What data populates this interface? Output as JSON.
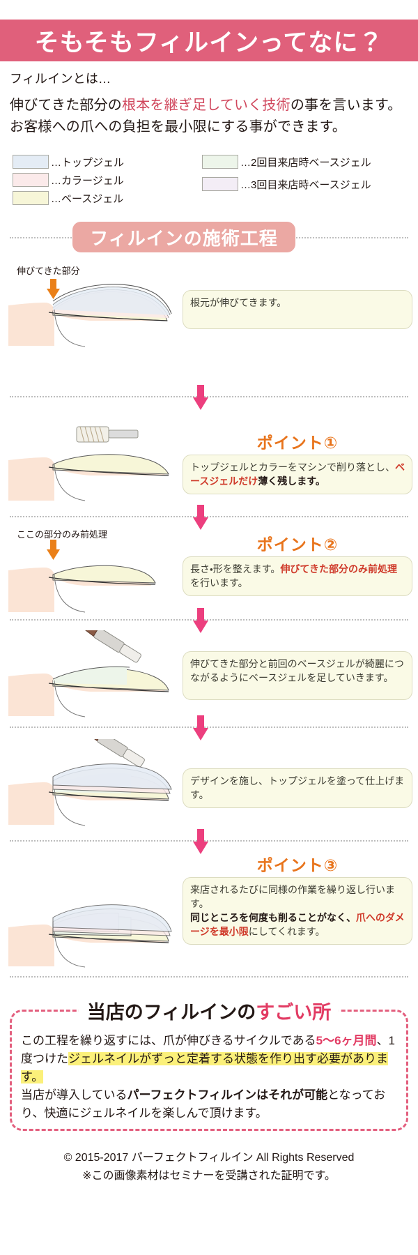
{
  "header": {
    "title": "そもそもフィルインってなに？",
    "bg": "#e0607b"
  },
  "intro": {
    "line1": "フィルインとは…",
    "line2_a": "伸びてきた部分の",
    "line2_hl": "根本を継ぎ足していく技術",
    "line2_b": "の事を言います。",
    "line3": "お客様への爪への負担を最小限にする事ができます。",
    "highlight_color": "#d0465c"
  },
  "legend": {
    "left": [
      {
        "label": "…トップジェル",
        "color": "#e4ecf5"
      },
      {
        "label": "…カラージェル",
        "color": "#fbeaea"
      },
      {
        "label": "…ベースジェル",
        "color": "#f7f6d8"
      }
    ],
    "right": [
      {
        "label": "…2回目来店時ベースジェル",
        "color": "#edf5ea"
      },
      {
        "label": "…3回目来店時ベースジェル",
        "color": "#f3edf6"
      }
    ]
  },
  "process": {
    "title": "フィルインの施術工程",
    "title_bg": "#eba8a3",
    "arrow_color": "#ec3f7e",
    "steps": [
      {
        "caption": "伸びてきた部分",
        "point_label": "",
        "text_plain": "根元が伸びてきます。"
      },
      {
        "caption": "",
        "point_label": "ポイント①",
        "text_a": "トップジェルとカラーをマシンで削り落とし、",
        "text_red": "ベースジェルだけ",
        "text_b": "薄く残します。"
      },
      {
        "caption": "ここの部分のみ前処理",
        "point_label": "ポイント②",
        "text_a": "長さ・形を整えます。",
        "text_red": "伸びてきた部分のみ前処理",
        "text_b": "を行います。"
      },
      {
        "caption": "",
        "point_label": "",
        "text_plain": "伸びてきた部分と前回のベースジェルが綺麗につながるようにベースジェルを足していきます。"
      },
      {
        "caption": "",
        "point_label": "",
        "text_plain": "デザインを施し、トップジェルを塗って仕上げます。"
      },
      {
        "caption": "",
        "point_label": "ポイント③",
        "text_a": "来店されるたびに同様の作業を繰り返し行います。",
        "text_bold": "同じところを何度も削ることがなく、",
        "text_red": "爪へのダメージを最小限",
        "text_b": "にしてくれます。"
      }
    ]
  },
  "bottom": {
    "heading_a": "当店のフィルインの",
    "heading_hl": "すごい所",
    "p1_a": "この工程を繰り返すには、爪が伸びきるサイクルである",
    "p1_hl": "5〜6ヶ月間",
    "p1_b": "、1度つけた",
    "p1_mark": "ジェルネイルがずっと定着する状態を作り出す必要があります。",
    "p2_a": "当店が導入している",
    "p2_b": "パーフェクトフィルインはそれが可能",
    "p2_c": "となっており、快適にジェルネイルを楽しんで頂けます。",
    "border_color": "#e35f7e",
    "marker_color": "#fbf07a"
  },
  "footer": {
    "line1": "© 2015-2017 パーフェクトフィルイン  All Rights Reserved",
    "line2": "※この画像素材はセミナーを受講された証明です。"
  }
}
